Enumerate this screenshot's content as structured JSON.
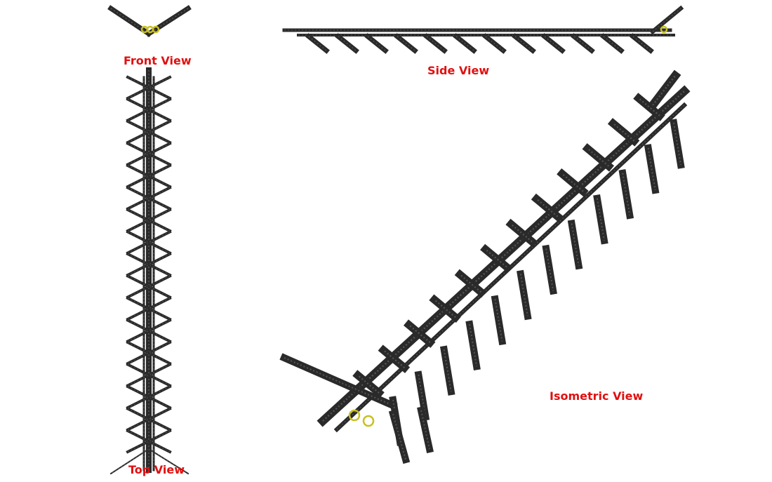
{
  "labels": {
    "front": "Front View",
    "side": "Side View",
    "top": "Top View",
    "isometric": "Isometric View"
  },
  "colors": {
    "label": "#e01010",
    "beam": "#2a2a2a",
    "beam_edge": "#555555",
    "connector": "#c8c020"
  },
  "structure": {
    "segments": 12
  }
}
